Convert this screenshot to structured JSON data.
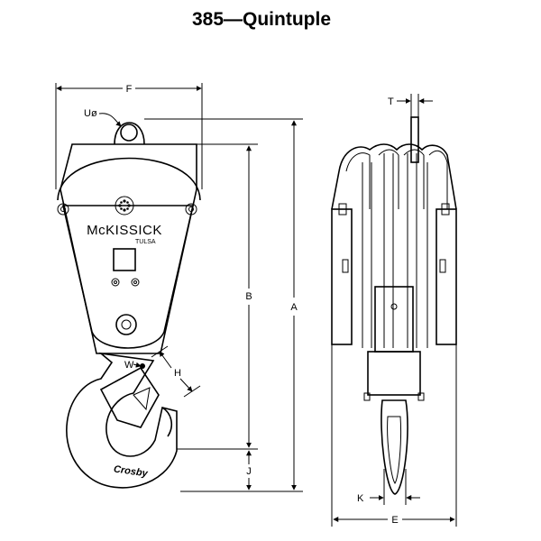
{
  "title": "385—Quintuple",
  "diagram": {
    "brand_name": "McKISSICK",
    "brand_location": "TULSA",
    "hook_brand": "Crosby",
    "dimension_labels": {
      "a": "A",
      "b": "B",
      "e": "E",
      "f": "F",
      "h": "H",
      "j": "J",
      "k": "K",
      "t": "T",
      "u": "Uø",
      "w": "W"
    }
  }
}
